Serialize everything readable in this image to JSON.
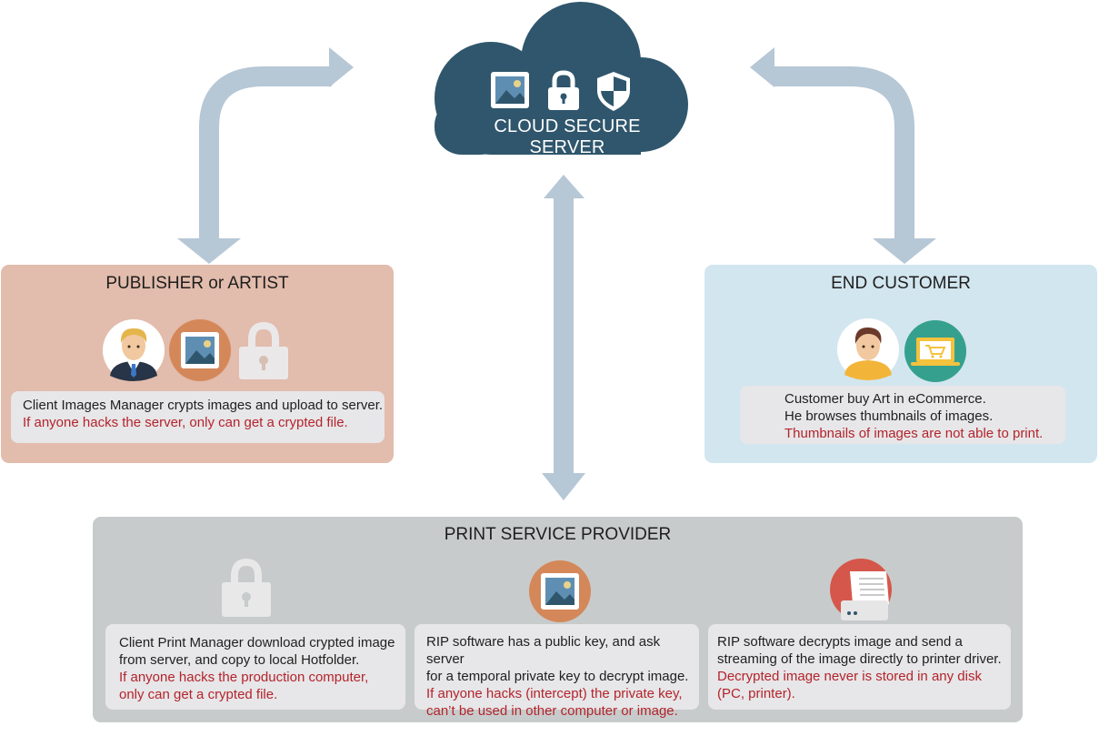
{
  "cloud": {
    "label": "CLOUD SECURE SERVER",
    "icons": [
      "image-icon",
      "lock-icon",
      "shield-icon"
    ],
    "color": "#2f566c"
  },
  "publisher": {
    "title": "PUBLISHER or ARTIST",
    "line1": "Client Images Manager crypts images and upload to server.",
    "warning": "If anyone hacks the server, only can get a crypted file.",
    "icons": [
      "businessman-avatar-icon",
      "image-icon",
      "lock-icon"
    ],
    "color": "#e2bcac"
  },
  "customer": {
    "title": "END CUSTOMER",
    "line1": "Customer buy Art in eCommerce.",
    "line2": "He browses thumbnails of images.",
    "warning": "Thumbnails of images are not able to print.",
    "icons": [
      "customer-avatar-icon",
      "laptop-cart-icon"
    ],
    "color": "#d2e6ef"
  },
  "provider": {
    "title": "PRINT SERVICE PROVIDER",
    "color": "#c7cbcb",
    "steps": [
      {
        "icon": "lock-icon",
        "line1": "Client Print Manager download crypted image",
        "line2": "from server, and copy to local Hotfolder.",
        "warn1": "If anyone hacks the production computer,",
        "warn2": "only can get a crypted file."
      },
      {
        "icon": "image-icon",
        "line1": "RIP software has a public key, and ask server",
        "line2": "for a temporal private key to decrypt image.",
        "warn1": "If anyone hacks (intercept) the private key,",
        "warn2": "can’t be used in other computer or image."
      },
      {
        "icon": "printer-icon",
        "line1": "RIP software decrypts image and send a",
        "line2": "streaming of the image directly to printer driver.",
        "warn1": "Decrypted image never is stored in any disk",
        "warn2": "(PC, printer)."
      }
    ]
  },
  "colors": {
    "arrow": "#b6c7d6",
    "warning_text": "#b3242c",
    "accent_orange": "#d4885a",
    "accent_teal": "#36a08f",
    "accent_red": "#d5574b"
  }
}
